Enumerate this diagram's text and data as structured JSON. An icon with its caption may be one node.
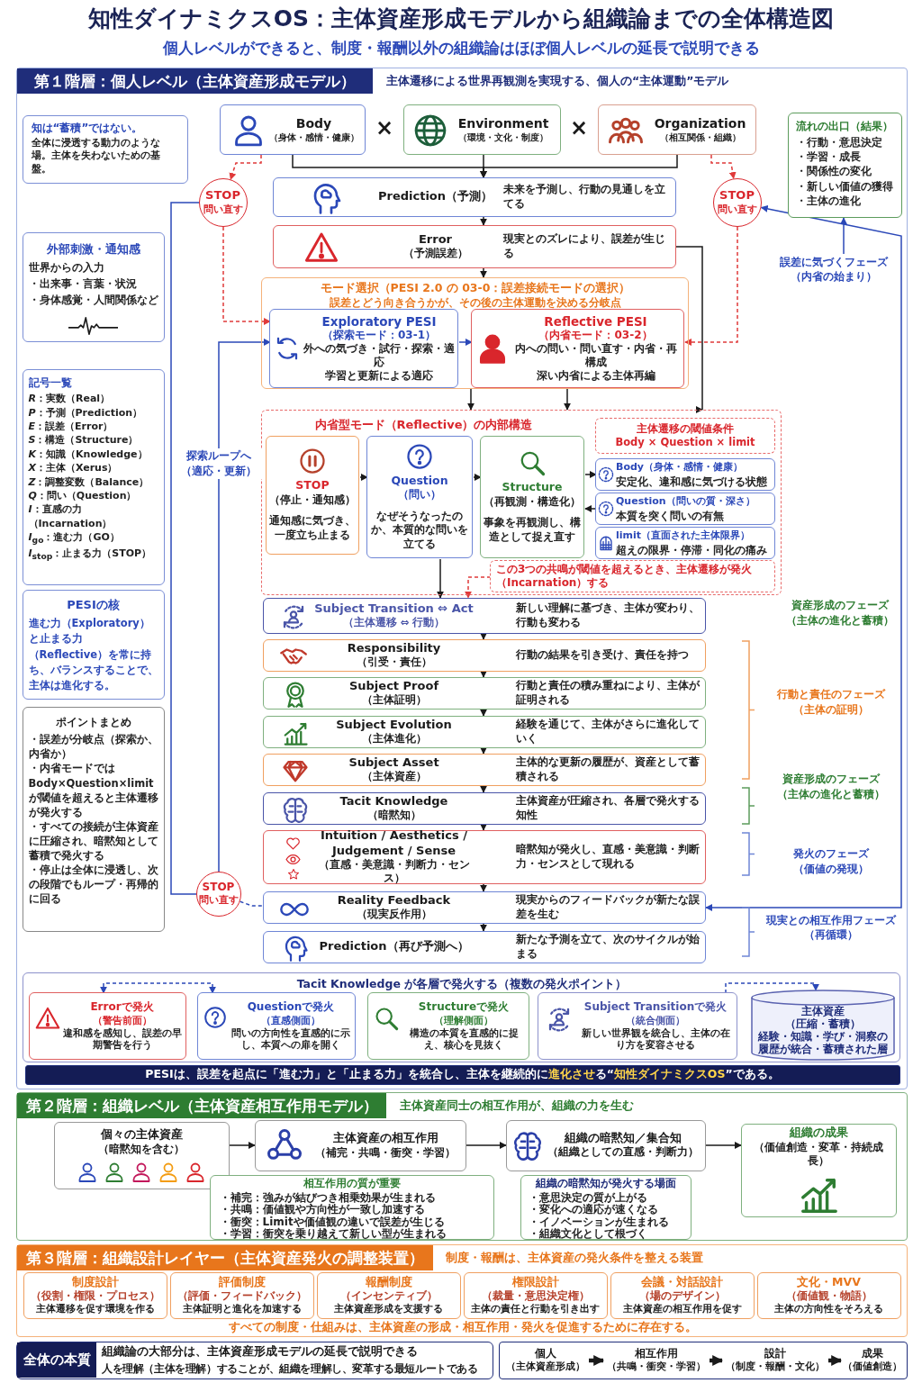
{
  "diagram": {
    "title": "知性ダイナミクスOS：主体資産形成モデルから組織論までの全体構造図",
    "nodes": [
      {
        "text": [
          "第１階層：個人レベル（主体資産形成モデル）",
          "主体遷移による世界再観測を実現する、個人の“主体運動”モデル"
        ]
      },
      {
        "text": [
          "Body",
          "（身体・感情・健康）"
        ],
        "in": 0
      },
      {
        "text": [
          "Environment",
          "（環境・文化・制度）"
        ],
        "in": 0
      },
      {
        "text": [
          "Organization",
          "（相互関係・組織）"
        ],
        "in": 0
      },
      {
        "text": [
          "知は“蓄積”ではない。",
          "全体に浸透する動力のような場。主体を失わないための基盤。"
        ],
        "in": 0
      },
      {
        "text": [
          "流れの出口（結果）",
          "・行動・意思決定",
          "・学習・成長",
          "・関係性の変化",
          "・新しい価値の獲得",
          "・主体の進化"
        ],
        "in": 0
      },
      {
        "text": [
          "外部刺激・通知感",
          "世界からの入力",
          "・出来事・言葉・状況",
          "・身体感覚・人間関係など"
        ],
        "in": 0
      },
      {
        "text": [
          "記号一覧",
          "*R*：実数（Real）",
          "*P*：予測（Prediction）",
          "*E*：誤差（Error）",
          "*S*：構造（Structure）",
          "*K*：知識（Knowledge）",
          "*X*：主体（Xerus）",
          "*Z*：調整変数（Balance）",
          "*Q*：問い（Question）",
          "*I*：直感の力（Incarnation）",
          "*I*$_{go}$：進む力（GO）",
          "*I*$_{stop}$：止まる力（STOP）"
        ],
        "in": 0
      },
      {
        "text": [
          "PESIの核",
          "進む力（Exploratory）と止まる力（Reflective）を常に持ち、バランスすることで、主体は進化する。"
        ],
        "in": 0
      },
      {
        "text": [
          "ポイントまとめ",
          "・誤差が分岐点（探索か、内省か）",
          "・内省モードではBody×Question×limitが閾値を超えると主体遷移が発火する",
          "・すべての接続が主体資産に圧縮され、暗黙知として蓄積で発火する",
          "・停止は全体に浸透し、次の段階でもループ・再帰的に回る"
        ],
        "in": 0
      },
      {
        "text": [
          "STOP",
          "問い直す"
        ],
        "in": 0
      },
      {
        "text": [
          "STOP",
          "問い直す"
        ],
        "in": 0
      },
      {
        "text": [
          "Prediction（予測）",
          "未来を予測し、行動の見通しを立てる"
        ],
        "in": 0
      },
      {
        "text": [
          "Error",
          "（予測誤差）",
          "現実とのズレにより、誤差が生じる"
        ],
        "in": 0
      },
      {
        "text": [
          "モード選択（PESI 2.0 の 03-0：誤差接続モードの選択）",
          "誤差とどう向き合うかが、その後の主体運動を決める分岐点"
        ],
        "in": 0
      },
      {
        "text": [
          "Exploratory PESI",
          "（探索モード：03-1）",
          "外への気づき・試行・探索・適応",
          "学習と更新による適応"
        ],
        "in": 14
      },
      {
        "text": [
          "Reflective PESI",
          "（内省モード：03-2）",
          "内への問い・問い直す・内省・再構成",
          "深い内省による主体再編"
        ],
        "in": 14
      },
      {
        "text": [
          "内省型モード（Reflective）の内部構造"
        ],
        "in": 0
      },
      {
        "text": [
          "STOP",
          "（停止・通知感）",
          "通知感に気づき、一度立ち止まる"
        ],
        "in": 17
      },
      {
        "text": [
          "Question",
          "（問い）",
          "なぜそうなったのか、本質的な問いを立てる"
        ],
        "in": 17
      },
      {
        "text": [
          "Structure",
          "（再観測・構造化）",
          "事象を再観測し、構造として捉え直す"
        ],
        "in": 17
      },
      {
        "text": [
          "主体遷移の閾値条件",
          "Body × Question × limit"
        ],
        "in": 17
      },
      {
        "text": [
          "Body（身体・感情・健康）",
          "安定化、違和感に気づける状態"
        ],
        "in": 17
      },
      {
        "text": [
          "Question（問いの質・深さ）",
          "本質を突く問いの有無"
        ],
        "in": 17
      },
      {
        "text": [
          "limit（直面された主体限界）",
          "超えの限界・停滞・同化の痛み"
        ],
        "in": 17
      },
      {
        "text": [
          "この3つの共鳴が閾値を超えるとき、主体遷移が発火（Incarnation）する"
        ],
        "in": 17
      },
      {
        "text": [
          "Subject Transition ⇔ Act",
          "（主体遷移 ⇔ 行動）",
          "新しい理解に基づき、主体が変わり、行動も変わる"
        ],
        "in": 0
      },
      {
        "text": [
          "Responsibility",
          "（引受・責任）",
          "行動の結果を引き受け、責任を持つ"
        ],
        "in": 0
      },
      {
        "text": [
          "Subject Proof",
          "（主体証明）",
          "行動と責任の積み重ねにより、主体が証明される"
        ],
        "in": 0
      },
      {
        "text": [
          "Subject Evolution",
          "（主体進化）",
          "経験を通じて、主体がさらに進化していく"
        ],
        "in": 0
      },
      {
        "text": [
          "Subject Asset",
          "（主体資産）",
          "主体的な更新の履歴が、資産として蓄積される"
        ],
        "in": 0
      },
      {
        "text": [
          "Tacit Knowledge",
          "（暗黙知）",
          "主体資産が圧縮され、各層で発火する知性"
        ],
        "in": 0
      },
      {
        "text": [
          "Intuition / Aesthetics / Judgement / Sense",
          "（直感・美意識・判断力・センス）",
          "暗黙知が発火し、直感・美意識・判断力・センスとして現れる"
        ],
        "in": 0
      },
      {
        "text": [
          "Reality Feedback",
          "（現実反作用）",
          "現実からのフィードバックが新たな誤差を生む"
        ],
        "in": 0
      },
      {
        "text": [
          "Prediction（再び予測へ）",
          "新たな予測を立て、次のサイクルが始まる"
        ],
        "in": 0
      },
      {
        "text": [
          "STOP",
          "問い直す"
        ],
        "in": 0
      },
      {
        "text": [
          "Tacit Knowledge が各層で発火する（複数の発火ポイント）"
        ],
        "in": 0
      },
      {
        "text": [
          "Errorで発火",
          "（警告前面）",
          "違和感を感知し、誤差の早期警告を行う"
        ],
        "in": 36
      },
      {
        "text": [
          "Questionで発火",
          "（直感側面）",
          "問いの方向性を直感的に示し、本質への扉を開く"
        ],
        "in": 36
      },
      {
        "text": [
          "Structureで発火",
          "（理解側面）",
          "構造の本質を直感的に捉え、核心を見抜く"
        ],
        "in": 36
      },
      {
        "text": [
          "Subject Transitionで発火",
          "（統合側面）",
          "新しい世界観を統合し、主体の在り方を変容させる"
        ],
        "in": 36
      },
      {
        "text": [
          "主体資産",
          "（圧縮・蓄積）",
          "経験・知識・学び・洞察の履歴が統合・蓄積された層"
        ],
        "in": 36
      },
      {
        "text": [
          "PESIは、誤差を起点に「進む力」と「止まる力」を統合し、主体を継続的に**進化させ**る“**知性ダイナミクスOS**”である。"
        ],
        "in": 0
      },
      {
        "text": [
          "第２階層：組織レベル（主体資産相互作用モデル）",
          "主体資産同士の相互作用が、組織の力を生む"
        ]
      },
      {
        "text": [
          "個々の主体資産",
          "（暗黙知を含む）"
        ],
        "in": 43
      },
      {
        "text": [
          "主体資産の相互作用",
          "（補完・共鳴・衝突・学習）"
        ],
        "in": 43
      },
      {
        "text": [
          "組織の暗黙知／集合知",
          "（組織としての直感・判断力）"
        ],
        "in": 43
      },
      {
        "text": [
          "組織の成果",
          "（価値創造・変革・持続成長）"
        ],
        "in": 43
      },
      {
        "text": [
          "相互作用の質が重要",
          "・補完：強みが結びつき相乗効果が生まれる",
          "・共鳴：価値観や方向性が一致し加速する",
          "・衝突：Limitや価値観の違いで誤差が生じる",
          "・学習：衝突を乗り越えて新しい型が生まれる"
        ],
        "in": 43
      },
      {
        "text": [
          "組織の暗黙知が発火する場面",
          "・意思決定の質が上がる",
          "・変化への適応が速くなる",
          "・イノベーションが生まれる",
          "・組織文化として根づく"
        ],
        "in": 43
      },
      {
        "text": [
          "第３階層：組織設計レイヤー（主体資産発火の調整装置）",
          "制度・報酬は、主体資産の発火条件を整える装置",
          "すべての制度・仕組みは、主体資産の形成・相互作用・発火を促進するために存在する。"
        ]
      },
      {
        "text": [
          "制度設計",
          "（役割・権限・プロセス）",
          "主体遷移を促す環境を作る"
        ],
        "in": 50
      },
      {
        "text": [
          "評価制度",
          "（評価・フィードバック）",
          "主体証明と進化を加速する"
        ],
        "in": 50
      },
      {
        "text": [
          "報酬制度",
          "（インセンティブ）",
          "主体資産形成を支援する"
        ],
        "in": 50
      },
      {
        "text": [
          "権限設計",
          "（裁量・意思決定権）",
          "主体の責任と行動を引き出す"
        ],
        "in": 50
      },
      {
        "text": [
          "会議・対話設計",
          "（場のデザイン）",
          "主体資産の相互作用を促す"
        ],
        "in": 50
      },
      {
        "text": [
          "文化・MVV",
          "（価値観・物語）",
          "主体の方向性をそろえる"
        ],
        "in": 50
      },
      {
        "text": [
          "全体の本質",
          "組織論の大部分は、主体資産形成モデルの延長で説明できる",
          "人を理解（主体を理解）することが、組織を理解し、変革する最短ルートである"
        ]
      },
      {
        "text": [],
        "shape": "box"
      },
      {
        "text": [
          "個人",
          "（主体資産形成）"
        ],
        "in": 58
      },
      {
        "text": [
          "相互作用",
          "（共鳴・衝突・学習）"
        ],
        "in": 58
      },
      {
        "text": [
          "設計",
          "（制度・報酬・文化）"
        ],
        "in": 58
      },
      {
        "text": [
          "成果",
          "（価値創造）"
        ],
        "in": 58
      },
      {
        "text": [
          "誤差に気づくフェーズ（内省の始まり）"
        ],
        "in": 0
      }
    ],
    "edges": [
      {
        "from": 1,
        "to": 12,
        "arrow": "to"
      },
      {
        "from": 2,
        "to": 12,
        "arrow": "to"
      },
      {
        "from": 3,
        "to": 12,
        "arrow": "to"
      },
      {
        "from": 12,
        "to": 13,
        "arrow": "to"
      },
      {
        "from": 13,
        "to": 14,
        "arrow": "to"
      },
      {
        "from": 15,
        "to": 16,
        "arrow": "to",
        "color": "#2b48b8"
      },
      {
        "from": 1,
        "to": 10,
        "arrow": "to",
        "style": "dashed",
        "color": "#e03a3a"
      },
      {
        "from": 3,
        "to": 11,
        "arrow": "to",
        "style": "dashed",
        "color": "#e03a3a"
      },
      {
        "from": 10,
        "to": 15,
        "arrow": "to",
        "style": "dashed",
        "color": "#e03a3a"
      },
      {
        "from": 11,
        "to": 16,
        "arrow": "to",
        "style": "dashed",
        "color": "#e03a3a"
      },
      {
        "from": 33,
        "to": 11,
        "arrow": "both",
        "color": "#2b48b8"
      },
      {
        "from": 13,
        "to": 17,
        "arrow": "to"
      },
      {
        "from": 14,
        "to": 17,
        "arrow": "to"
      },
      {
        "from": 16,
        "to": 17,
        "arrow": "to"
      },
      {
        "from": 18,
        "to": 19,
        "arrow": "to"
      },
      {
        "from": 19,
        "to": 20,
        "arrow": "to"
      },
      {
        "from": 20,
        "to": 22,
        "arrow": "to"
      },
      {
        "from": 23,
        "to": 20,
        "arrow": "to"
      },
      {
        "from": 19,
        "to": 26,
        "arrow": "to"
      },
      {
        "from": 25,
        "to": 26,
        "arrow": "to",
        "style": "dashed",
        "color": "#e03a3a"
      },
      {
        "from": 26,
        "to": 27,
        "arrow": "to"
      },
      {
        "from": 27,
        "to": 28,
        "arrow": "to"
      },
      {
        "from": 28,
        "to": 29,
        "arrow": "to"
      },
      {
        "from": 29,
        "to": 30,
        "arrow": "to"
      },
      {
        "from": 30,
        "to": 31,
        "arrow": "to"
      },
      {
        "from": 31,
        "to": 32,
        "arrow": "to"
      },
      {
        "from": 32,
        "to": 33,
        "arrow": "to"
      },
      {
        "from": 33,
        "to": 34,
        "arrow": "to"
      },
      {
        "from": 10,
        "to": 35,
        "arrow": "none",
        "color": "#2b48b8"
      },
      {
        "from": 35,
        "to": 33,
        "arrow": "none",
        "style": "dashed",
        "color": "#2b48b8"
      },
      {
        "from": 35,
        "to": 15,
        "arrow": "to",
        "label": "探索ループへ（適応・更新）",
        "color": "#2b48b8"
      },
      {
        "from": 63,
        "to": 5,
        "arrow": "to",
        "color": "#2b48b8"
      },
      {
        "from": 37,
        "to": 38,
        "arrow": "both",
        "style": "dashed",
        "color": "#2b48b8"
      },
      {
        "from": 40,
        "to": 41,
        "arrow": "to",
        "style": "dashed",
        "color": "#2b48b8"
      },
      {
        "from": 44,
        "to": 45,
        "arrow": "to"
      },
      {
        "from": 45,
        "to": 46,
        "arrow": "to"
      },
      {
        "from": 46,
        "to": 47,
        "arrow": "to"
      },
      {
        "from": 59,
        "to": 60,
        "arrow": "to",
        "style": "thick"
      },
      {
        "from": 60,
        "to": 61,
        "arrow": "to",
        "style": "thick"
      },
      {
        "from": 61,
        "to": 62,
        "arrow": "to",
        "style": "thick"
      }
    ],
    "labels": [
      "個人レベルができると、制度・報酬以外の組織論はほぼ個人レベルの延長で説明できる",
      "×",
      "×",
      "資産形成のフェーズ（主体の進化と蓄積）",
      "行動と責任のフェーズ（主体の証明）",
      "資産形成のフェーズ（主体の進化と蓄積）",
      "発火のフェーズ（価値の発現）",
      "現実との相互作用フェーズ（再循環）"
    ]
  }
}
